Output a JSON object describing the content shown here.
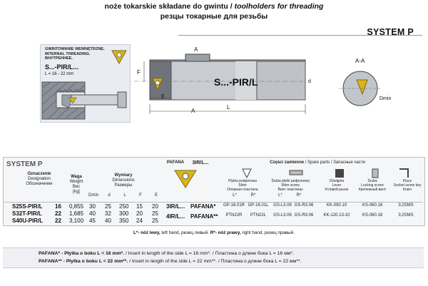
{
  "header": {
    "title_pl": "noże tokarskie składane do gwintu /",
    "title_en": " toolholders for threading",
    "title_ru": "резцы токарные для резьбы",
    "system": "SYSTEM P"
  },
  "inset": {
    "title_pl": "GWINTOWANIE WEWNĘTRZNE.",
    "title_en": "INTERNAL THREADING.",
    "title_ru": "ВНУТРЕННЕЕ.",
    "model": "S...-PIR/L...",
    "length": "L = 16 - 22 mm"
  },
  "drawing": {
    "tool_label": "S...-PIR/L",
    "dim_A": "A",
    "dim_AA": "A-A",
    "dim_E": "E",
    "dim_F": "F",
    "dim_L": "L",
    "dim_d": "d",
    "dim_Dmin": "Dmin"
  },
  "table": {
    "system": "SYSTEM P",
    "col_designation": [
      "Oznaczenie",
      "Designation",
      "Обозначение"
    ],
    "col_weight": [
      "Waga",
      "Weight",
      "Вес",
      "[kg]"
    ],
    "col_dimensions": [
      "Wymiary",
      "Dimensions",
      "Размеры"
    ],
    "dim_headers": [
      "Dmin",
      "d",
      "L",
      "F",
      "E"
    ],
    "rows": [
      {
        "name": "S25S-PIR/L",
        "size": "16",
        "weight": "0,855",
        "dims": [
          "30",
          "25",
          "250",
          "15",
          "20"
        ]
      },
      {
        "name": "S32T-PIR/L",
        "size": "22",
        "weight": "1,685",
        "dims": [
          "40",
          "32",
          "300",
          "20",
          "25"
        ]
      },
      {
        "name": "S40U-PIR/L",
        "size": "22",
        "weight": "3,100",
        "dims": [
          "45",
          "40",
          "350",
          "24",
          "25"
        ]
      }
    ],
    "pafana_header": "PAFANA",
    "pafana_insert": "3IR/L...",
    "pafana_rows": [
      {
        "code": "3IR/L...",
        "name": "PAFANA*"
      },
      {
        "code": "4IR/L...",
        "name": "PAFANA**"
      }
    ],
    "spare_parts": "Części zamienne",
    "spare_parts_en": "Spare parts",
    "spare_parts_ru": "Запасные части",
    "parts_headers": [
      {
        "pl": "Płytka podporowa",
        "en": "Shim",
        "ru": "Опорная пластина"
      },
      {
        "pl": "Śruba płytki podporowej",
        "en": "Shim screw",
        "ru": "Винт пластины"
      },
      {
        "pl": "Dźwignia",
        "en": "Lever",
        "ru": "Угловой рычаг"
      },
      {
        "pl": "Śruba",
        "en": "Locking screw",
        "ru": "Крепежный винт"
      },
      {
        "pl": "Klucz",
        "en": "Socket screw key",
        "ru": "Ключ"
      }
    ],
    "lr": [
      "L*",
      "R*",
      "L*",
      "R*"
    ],
    "parts_rows": [
      {
        "shimL": "GP-16.01R",
        "shimR": "GP-16.01L",
        "screwL": "GS-L3.06",
        "screwR": "GS-R3.06",
        "lever": "KK-090.10",
        "lock": "KS-060.16",
        "key": "3;2SMS"
      },
      {
        "shimL": "PTN22R",
        "shimR": "PTN22L",
        "screwL": "GS-L3.06",
        "screwR": "GS-R3.06",
        "lever": "KK-120.13-10",
        "lock": "KS-080.18",
        "key": "3;2SMS"
      }
    ]
  },
  "note": {
    "l_bold": "L*- nóż lewy,",
    "l_rest": " left hand, резец левый.",
    "r_bold": " R*- nóż prawy,",
    "r_rest": " right hand, резец правый."
  },
  "footer": {
    "line1_bold": "PAFANA* - Płytka  o boku L = 16 mm*.",
    "line1_rest": " / Insert in length of the side L = 16 mm*.  /  Пластина о длине бока L = 16 мм*.",
    "line2_bold": "PAFANA** - Płytka o boku L = 22 mm**.",
    "line2_rest": " / Insert in length of the side L = 22 mm**.  /  Пластина о длине бока L = 22 мм**."
  }
}
